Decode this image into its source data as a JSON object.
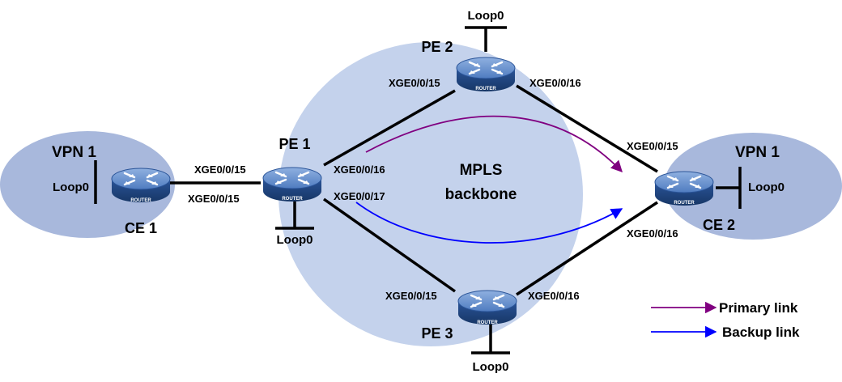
{
  "clouds": {
    "vpn_left": "VPN 1",
    "vpn_right": "VPN 1",
    "backbone_line1": "MPLS",
    "backbone_line2": "backbone"
  },
  "routers": {
    "ce1": {
      "name": "CE 1",
      "loopback": "Loop0",
      "tag": "ROUTER"
    },
    "pe1": {
      "name": "PE 1",
      "loopback": "Loop0",
      "tag": "ROUTER"
    },
    "pe2": {
      "name": "PE 2",
      "loopback": "Loop0",
      "tag": "ROUTER"
    },
    "pe3": {
      "name": "PE 3",
      "loopback": "Loop0",
      "tag": "ROUTER"
    },
    "ce2": {
      "name": "CE 2",
      "loopback": "Loop0",
      "tag": "ROUTER"
    }
  },
  "ports": {
    "ce1_to_pe1": "XGE0/0/15",
    "pe1_to_ce1": "XGE0/0/15",
    "pe1_to_pe2": "XGE0/0/16",
    "pe1_to_pe3": "XGE0/0/17",
    "pe2_to_pe1": "XGE0/0/15",
    "pe2_to_ce2": "XGE0/0/16",
    "pe3_to_pe1": "XGE0/0/15",
    "pe3_to_ce2": "XGE0/0/16",
    "ce2_to_pe2": "XGE0/0/15",
    "ce2_to_pe3": "XGE0/0/16"
  },
  "legend": {
    "primary": {
      "label": "Primary link",
      "color": "#800080"
    },
    "backup": {
      "label": "Backup link",
      "color": "#0000ff"
    }
  },
  "colors": {
    "cloud_vpn": "#a8b8dc",
    "cloud_backbone": "#c4d2ec",
    "router_body": "#2f5fa6",
    "router_top": "#6b93cf",
    "link": "#000000"
  }
}
